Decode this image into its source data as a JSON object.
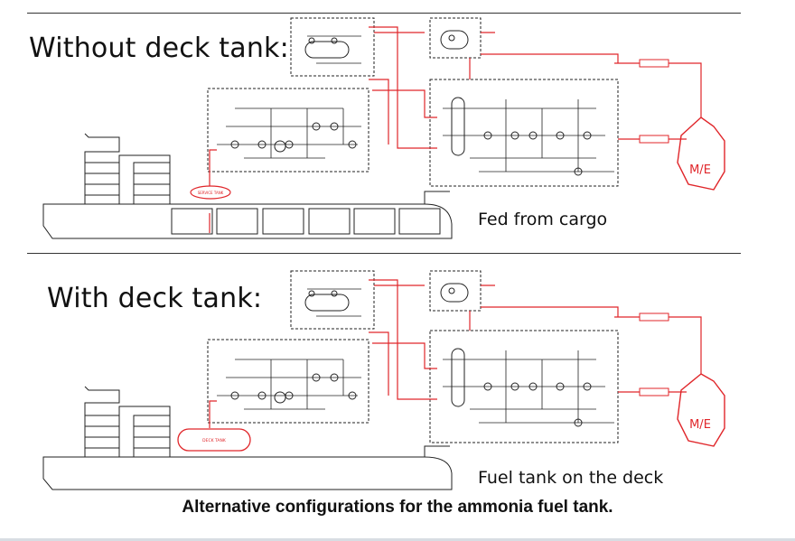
{
  "sections": [
    {
      "heading": "Without deck tank:",
      "note": "Fed from cargo",
      "engine_label": "M/E",
      "tank_label": "SERVICE TANK"
    },
    {
      "heading": "With deck tank:",
      "note": "Fuel tank on the deck",
      "engine_label": "M/E",
      "tank_label": "DECK TANK"
    }
  ],
  "caption": "Alternative configurations for the ammonia fuel tank.",
  "colors": {
    "pipe_red": "#e0262a",
    "line_black": "#222222",
    "text": "#111111"
  },
  "icons": [
    "ship-hull-outline",
    "deckhouse-outline",
    "main-engine-symbol",
    "valve-symbol",
    "pump-symbol",
    "tank-symbol"
  ]
}
